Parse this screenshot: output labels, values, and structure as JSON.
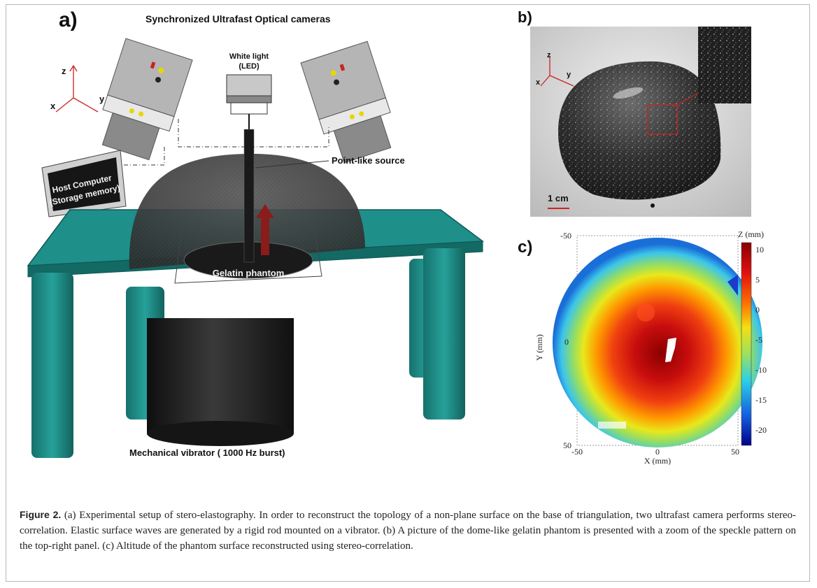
{
  "panels": {
    "a": {
      "label": "a)",
      "title": "Synchronized Ultrafast Optical cameras",
      "light_line1": "White light",
      "light_line2": "(LED)",
      "computer_line1": "Host Computer",
      "computer_line2": "(Storage memory)",
      "source": "Point-like  source",
      "phantom": "Gelatin phantom",
      "vibrator": "Mechanical vibrator ( 1000 Hz burst)",
      "axes": {
        "z": "z",
        "x": "x",
        "y": "y"
      }
    },
    "b": {
      "label": "b)",
      "scale": "1 cm",
      "axes": {
        "z": "z",
        "x": "x",
        "y": "y"
      }
    },
    "c": {
      "label": "c)",
      "xlabel": "X (mm)",
      "ylabel": "Y (mm)",
      "colorbar_title": "Z (mm)",
      "x_ticks": [
        "-50",
        "0",
        "50"
      ],
      "y_ticks": [
        "-50",
        "0",
        "50"
      ],
      "colorbar_ticks": [
        "10",
        "5",
        "0",
        "-5",
        "-10",
        "-15",
        "-20"
      ]
    }
  },
  "caption": {
    "label": "Figure 2.",
    "text": "(a) Experimental setup of stero-elastography. In order to reconstruct the topology of a non-plane surface on the base of triangulation, two ultrafast camera performs stereo-correlation. Elastic surface waves are generated by a rigid rod mounted on a vibrator. (b) A picture of the dome-like gelatin phantom is presented with a zoom of the speckle pattern on the top-right panel. (c) Altitude of the phantom surface reconstructed using stereo-correlation."
  },
  "colors": {
    "table": "#1f8f8a",
    "table_dark": "#136964",
    "vibrator": "#1e1e1e",
    "camera": "#9b9b9b",
    "axis_red": "#cc2222"
  }
}
